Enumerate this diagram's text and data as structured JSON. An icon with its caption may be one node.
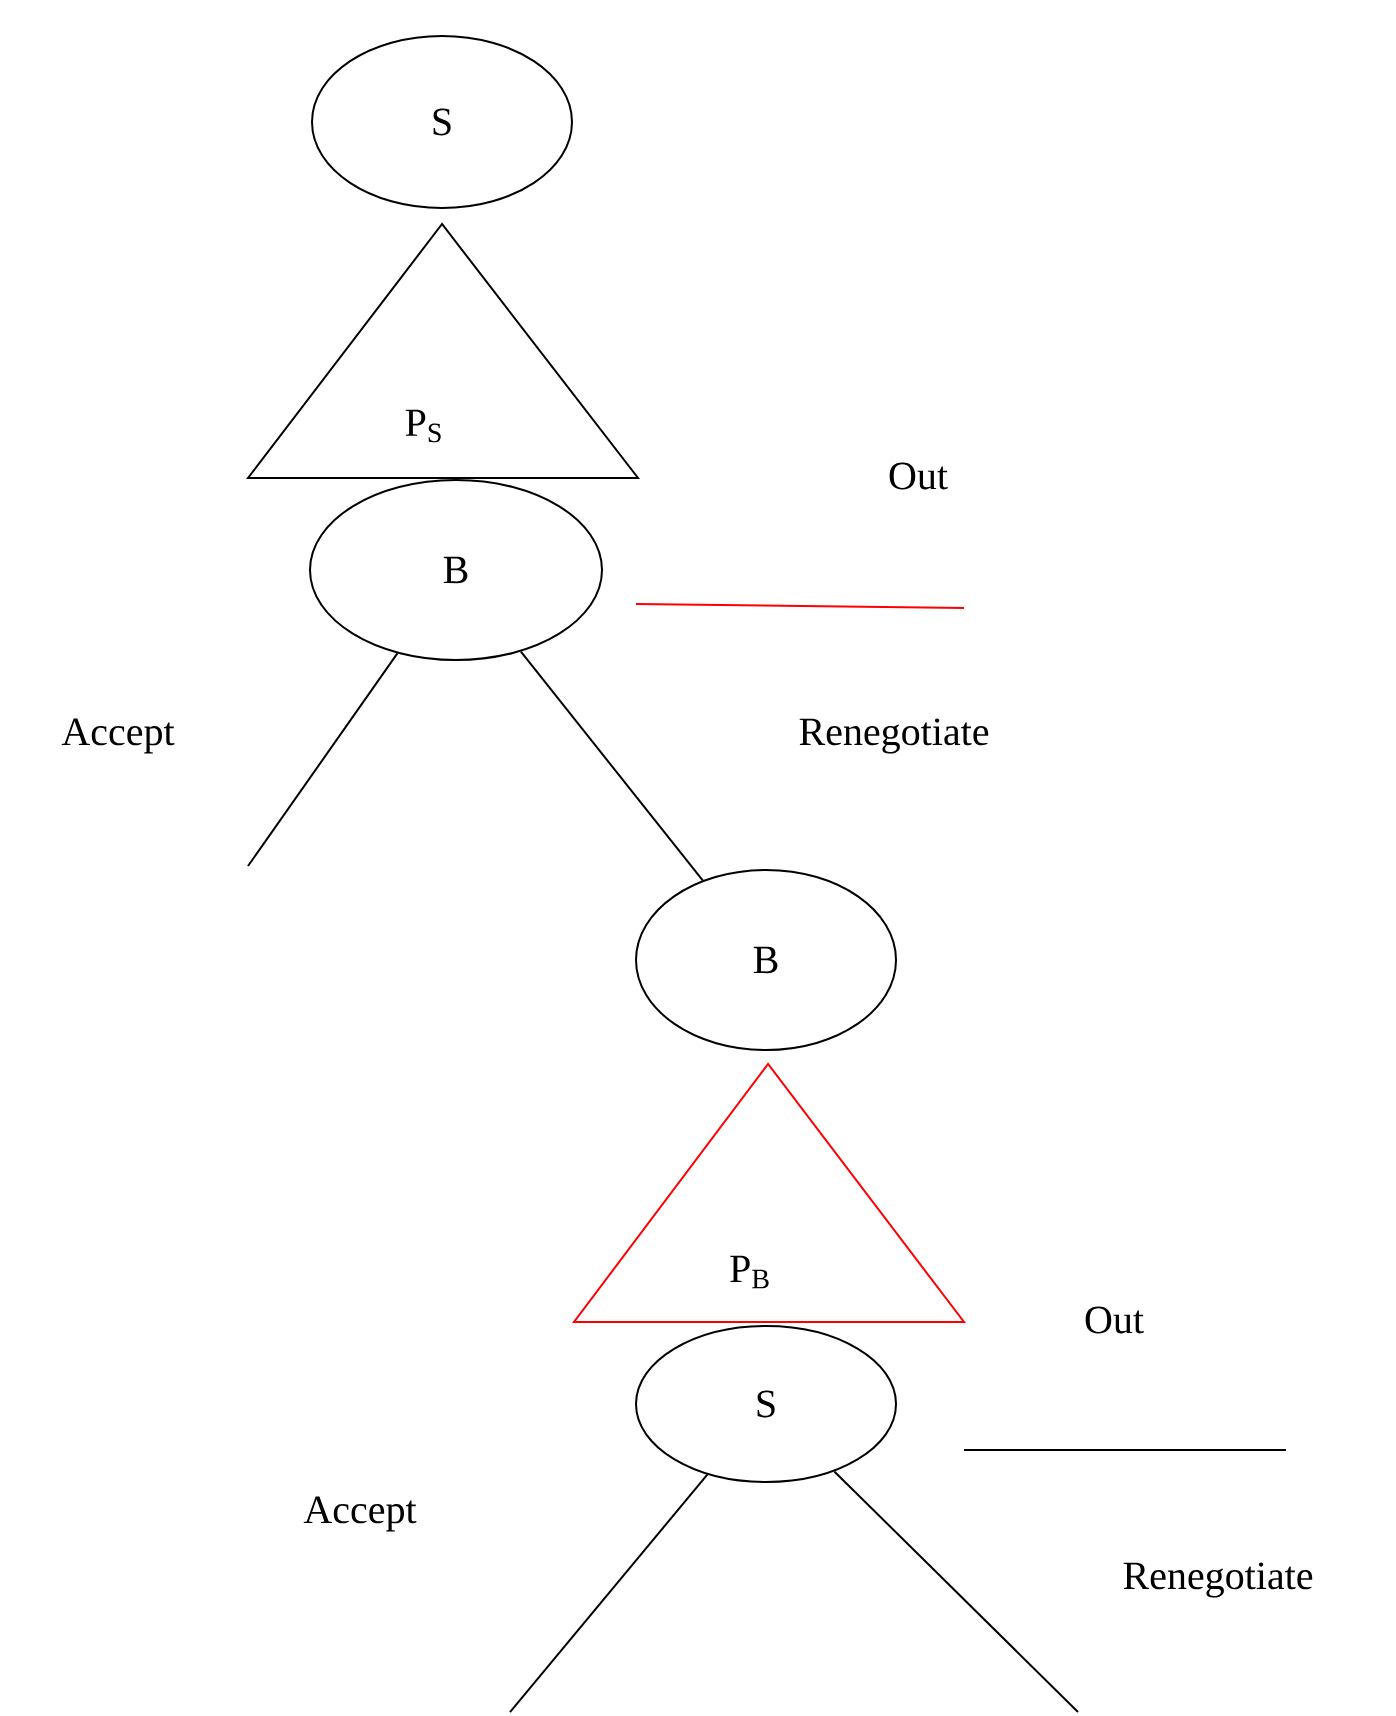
{
  "diagram": {
    "nodes": [
      {
        "text": [
          "S"
        ]
      },
      {
        "text": [
          "P$_{S}$"
        ]
      },
      {
        "text": [
          "B"
        ]
      },
      {
        "text": [
          "B"
        ]
      },
      {
        "text": [
          "P$_{B}$"
        ]
      },
      {
        "text": [
          "S"
        ]
      }
    ],
    "edges": [
      {
        "from": 2,
        "to": null,
        "arrow": "none",
        "label": "Accept"
      },
      {
        "from": 2,
        "to": 3,
        "arrow": "none",
        "label": "Renegotiate"
      },
      {
        "from": 2,
        "to": null,
        "arrow": "none",
        "label": "Out",
        "color": "#ff0000"
      },
      {
        "from": 5,
        "to": null,
        "arrow": "none",
        "label": "Accept"
      },
      {
        "from": 5,
        "to": null,
        "arrow": "none",
        "label": "Renegotiate"
      },
      {
        "from": 5,
        "to": null,
        "arrow": "none",
        "label": "Out"
      }
    ]
  }
}
